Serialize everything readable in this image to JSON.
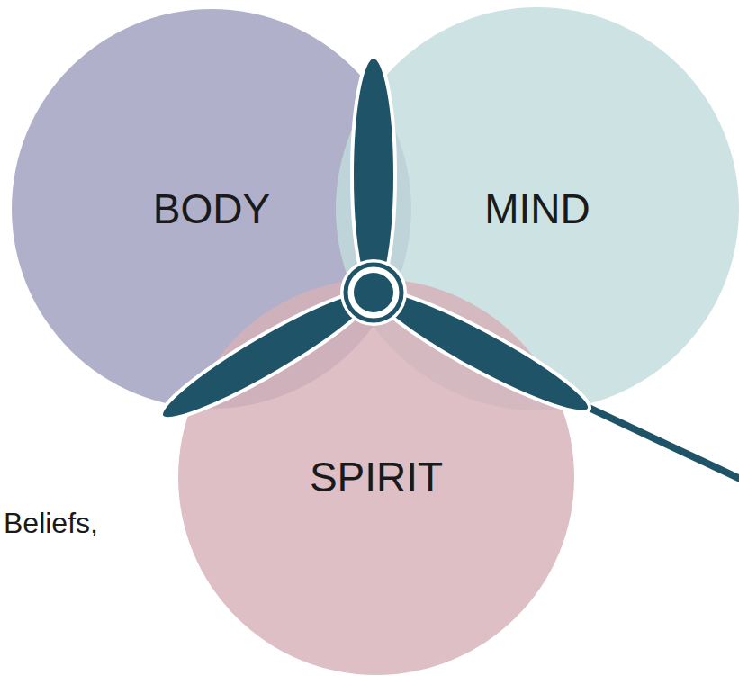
{
  "diagram": {
    "nodes": [
      {
        "text": [
          "BODY"
        ]
      },
      {
        "text": [
          "MIND"
        ]
      },
      {
        "text": [
          "SPIRIT"
        ]
      }
    ],
    "labels": [
      "Beliefs,"
    ]
  }
}
